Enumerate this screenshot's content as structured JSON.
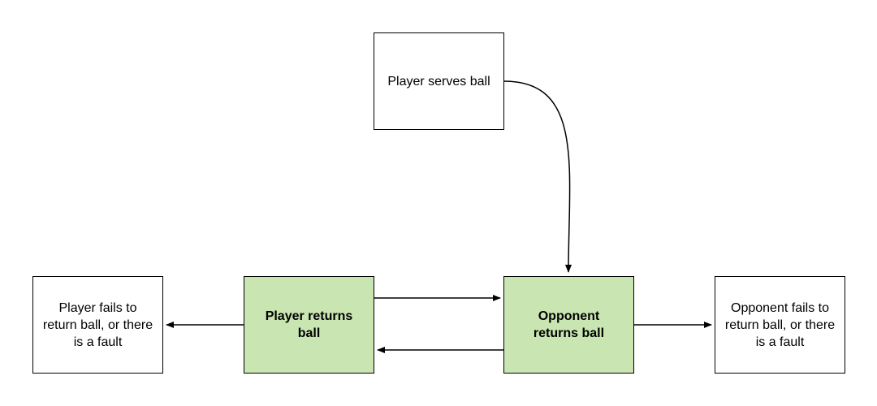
{
  "diagram": {
    "nodes": {
      "serve": {
        "label": "Player serves ball"
      },
      "player_fail": {
        "label": "Player fails to return ball, or there is a fault"
      },
      "player_return": {
        "label": "Player returns ball"
      },
      "opponent_return": {
        "label": "Opponent returns ball"
      },
      "opponent_fail": {
        "label": "Opponent fails to return ball, or there is a fault"
      }
    },
    "edges": [
      {
        "from": "Player serves ball",
        "to": "Opponent returns ball"
      },
      {
        "from": "Player returns ball",
        "to": "Opponent returns ball"
      },
      {
        "from": "Opponent returns ball",
        "to": "Player returns ball"
      },
      {
        "from": "Player returns ball",
        "to": "Player fails to return ball, or there is a fault"
      },
      {
        "from": "Opponent returns ball",
        "to": "Opponent fails to return ball, or there is a fault"
      }
    ],
    "colors": {
      "highlight_fill": "#c9e5b1",
      "stroke": "#000000"
    }
  }
}
